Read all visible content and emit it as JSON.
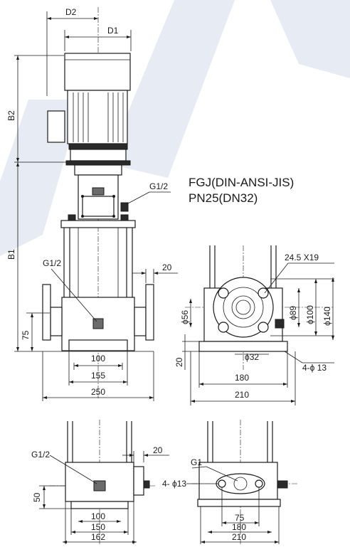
{
  "model": {
    "line1": "FGJ(DIN-ANSI-JIS)",
    "line2": "PN25(DN32)"
  },
  "front_view": {
    "d2": "D2",
    "d1": "D1",
    "b2": "B2",
    "b1": "B1",
    "g_top": "G1/2",
    "g_left": "G1/2",
    "flange_thk": "20",
    "height": "75",
    "w100": "100",
    "w155": "155",
    "w250": "250"
  },
  "side_view": {
    "bolt_spec": "24.5 X19",
    "dia56": "ϕ56",
    "dia89": "ϕ89",
    "dia100": "ϕ100",
    "dia140": "ϕ140",
    "dia32": "ϕ32",
    "holes": "4-ϕ 13",
    "h20": "20",
    "w180": "180",
    "w210": "210"
  },
  "bottom_left": {
    "g": "G1/2",
    "thk": "20",
    "h50": "50",
    "w100": "100",
    "w150": "150",
    "w162": "162"
  },
  "bottom_right": {
    "g": "G1",
    "holes": "4- ϕ13",
    "w75": "75",
    "w180": "180",
    "w210": "210"
  }
}
